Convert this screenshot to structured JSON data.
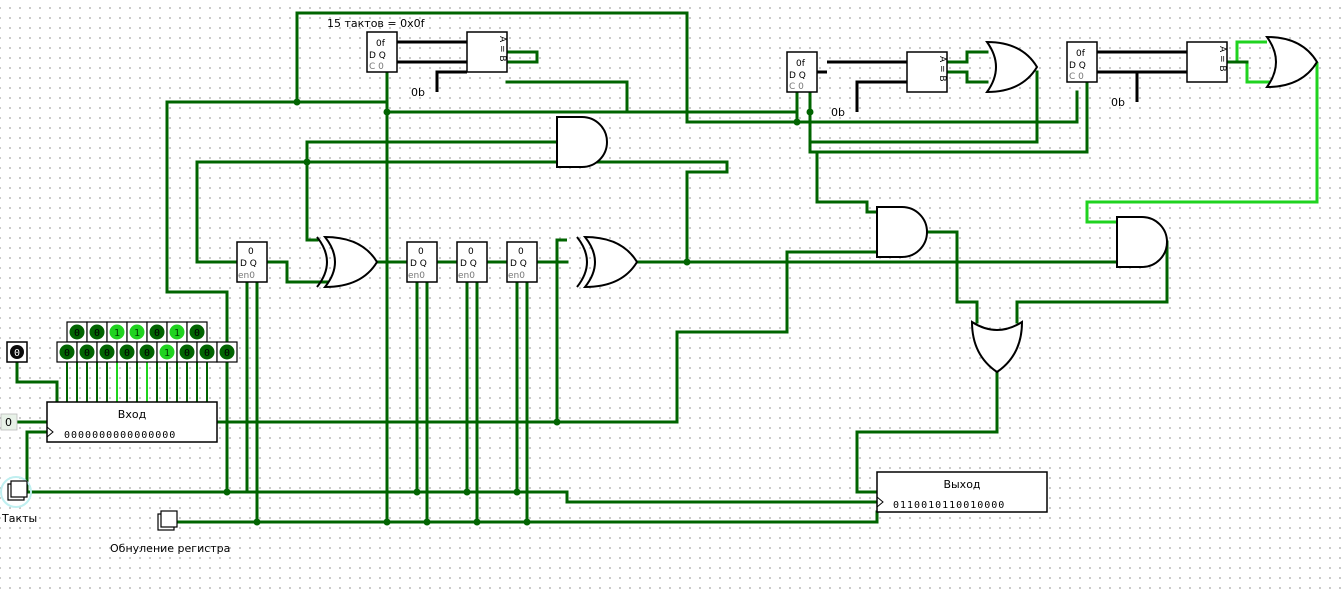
{
  "labels": {
    "counter_title": "15 тактов = 0x0f",
    "clock": "Такты",
    "reset": "Обнуление регистра",
    "const_zero": "0",
    "const_0b": "0b"
  },
  "comparators": [
    {
      "register_value": "0f",
      "compare_const": "0b",
      "symbol": "A = B"
    },
    {
      "register_value": "0f",
      "compare_const": "0b",
      "symbol": "A = B"
    },
    {
      "register_value": "0f",
      "compare_const": "0b",
      "symbol": "A = B"
    }
  ],
  "input_register": {
    "title": "Вход",
    "value": "0000000000000000",
    "top_row_bits": [
      "0",
      "0",
      "1",
      "1",
      "0",
      "1",
      "0"
    ],
    "bottom_row_bits": [
      "0",
      "0",
      "0",
      "0",
      "0",
      "1",
      "0",
      "0",
      "0"
    ],
    "extra_bit": "0"
  },
  "output_register": {
    "title": "Выход",
    "value": "0110010110010000"
  },
  "flipflops": [
    {
      "label": "D",
      "q": "Q",
      "init": "0",
      "en": "en"
    },
    {
      "label": "D",
      "q": "Q",
      "init": "0",
      "en": "en"
    },
    {
      "label": "D",
      "q": "Q",
      "init": "0",
      "en": "en"
    },
    {
      "label": "D",
      "q": "Q",
      "init": "0",
      "en": "en"
    }
  ],
  "colors": {
    "wire": "#006400",
    "active_wire": "#1fd31f",
    "bus": "#000000"
  }
}
